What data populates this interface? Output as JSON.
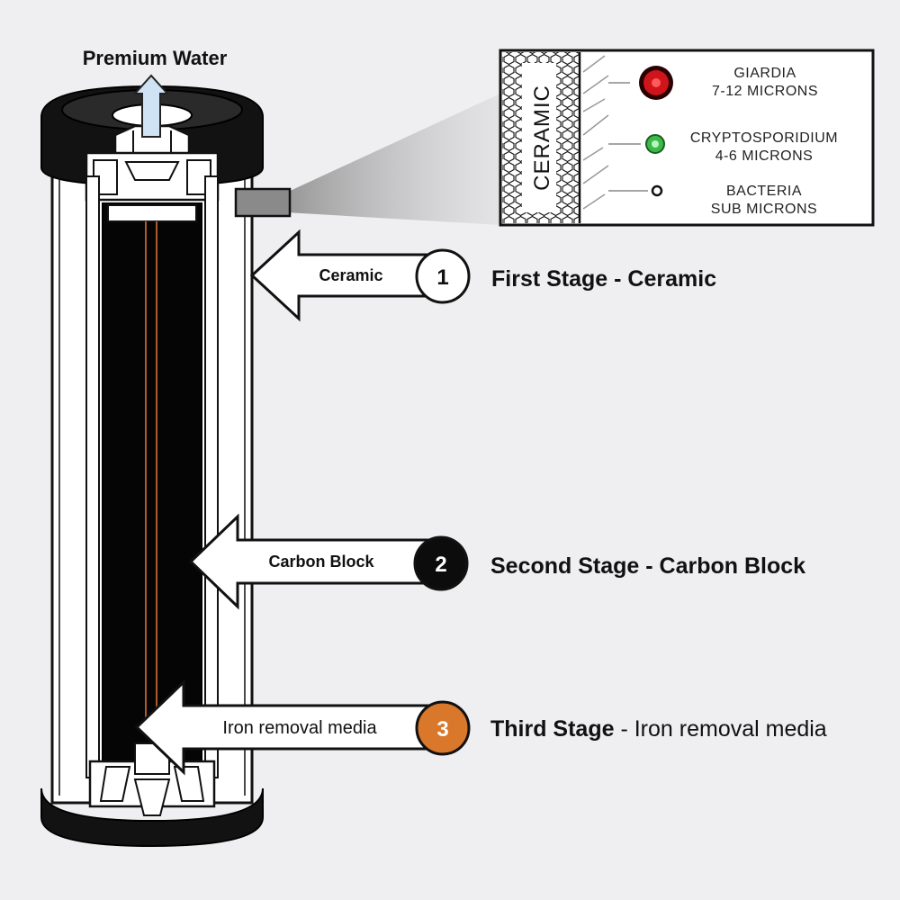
{
  "outlet_label": "Premium Water",
  "inset": {
    "ceramic_label": "CERAMIC",
    "contaminants": [
      {
        "name": "GIARDIA",
        "size": "7-12 MICRONS",
        "color": "#d0141c"
      },
      {
        "name": "CRYPTOSPORIDIUM",
        "size": "4-6 MICRONS",
        "color": "#3db84a"
      },
      {
        "name": "BACTERIA",
        "size": "SUB MICRONS",
        "color": "#111111"
      }
    ]
  },
  "stages": [
    {
      "number": "1",
      "arrow_label": "Ceramic",
      "title_bold": "First Stage",
      "title_rest": "Ceramic",
      "badge_color": "#ffffff",
      "number_color": "#111111"
    },
    {
      "number": "2",
      "arrow_label": "Carbon Block",
      "title_bold": "Second Stage",
      "title_rest": "Carbon Block",
      "badge_color": "#0c0c0c",
      "number_color": "#ffffff"
    },
    {
      "number": "3",
      "arrow_label": "Iron removal media",
      "title_bold": "Third Stage",
      "title_rest": "Iron removal media",
      "badge_color": "#d9772a",
      "number_color": "#ffffff"
    }
  ]
}
